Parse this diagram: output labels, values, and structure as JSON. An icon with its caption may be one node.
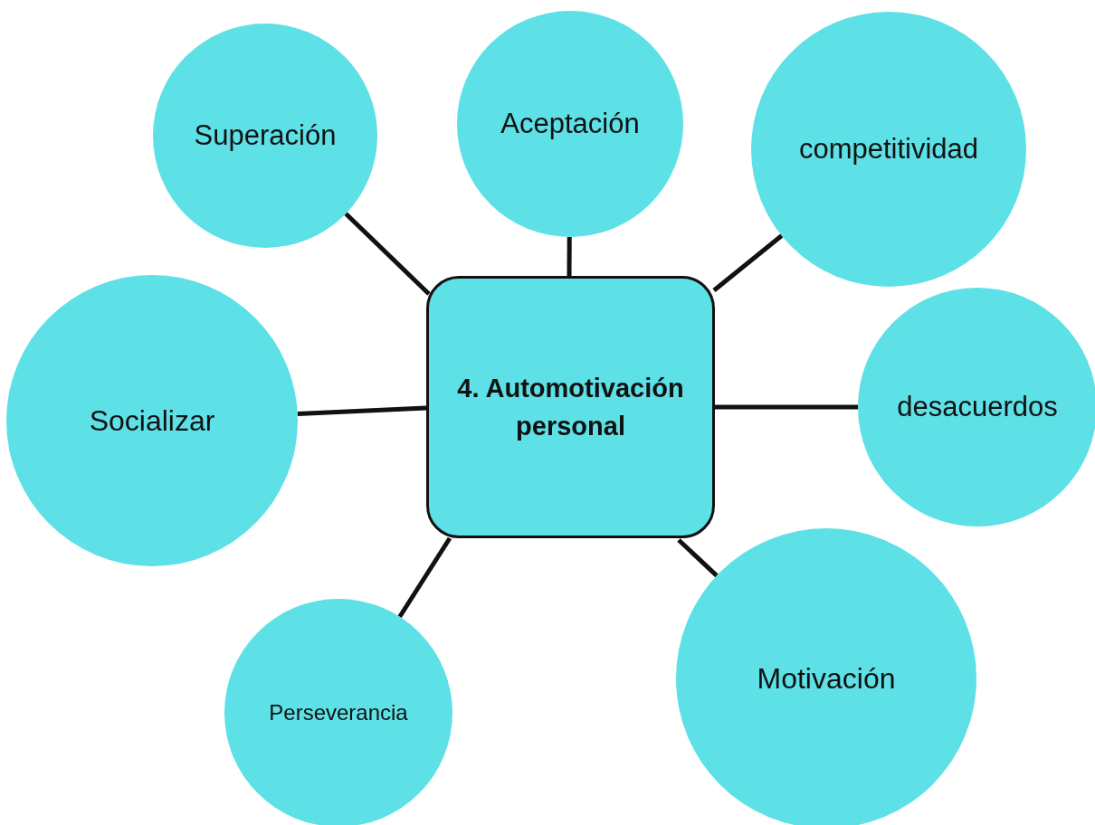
{
  "diagram": {
    "nodes": [
      {
        "text": [
          "4. Automotivación personal"
        ]
      },
      {
        "text": [
          "Superación"
        ]
      },
      {
        "text": [
          "Aceptación"
        ]
      },
      {
        "text": [
          "competitividad"
        ]
      },
      {
        "text": [
          "Socializar"
        ]
      },
      {
        "text": [
          "desacuerdos"
        ]
      },
      {
        "text": [
          "Perseverancia"
        ]
      },
      {
        "text": [
          "Motivación"
        ]
      }
    ],
    "edges": [
      {
        "from": 0,
        "to": 1,
        "arrow": "none"
      },
      {
        "from": 0,
        "to": 2,
        "arrow": "none"
      },
      {
        "from": 0,
        "to": 3,
        "arrow": "none"
      },
      {
        "from": 0,
        "to": 4,
        "arrow": "none"
      },
      {
        "from": 0,
        "to": 5,
        "arrow": "none"
      },
      {
        "from": 0,
        "to": 6,
        "arrow": "none"
      },
      {
        "from": 0,
        "to": 7,
        "arrow": "none"
      }
    ]
  }
}
